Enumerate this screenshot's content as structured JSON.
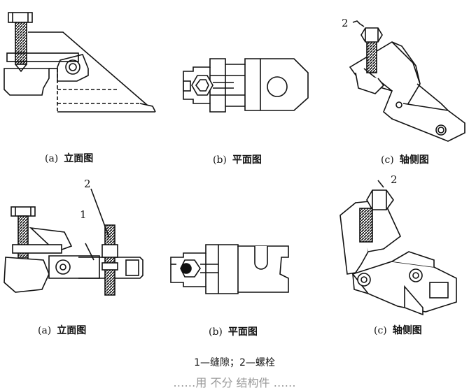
{
  "row1": {
    "a": {
      "label": "(a)",
      "title": "立面图"
    },
    "b": {
      "label": "(b)",
      "title": "平面图"
    },
    "c": {
      "label": "(c)",
      "title": "轴侧图",
      "callout": "2"
    }
  },
  "row2": {
    "a": {
      "label": "(a)",
      "title": "立面图",
      "callout_1": "1",
      "callout_2": "2"
    },
    "b": {
      "label": "(b)",
      "title": "平面图"
    },
    "c": {
      "label": "(c)",
      "title": "轴侧图",
      "callout": "2"
    }
  },
  "legend": "1—缝隙；2—螺栓",
  "figure_caption_partial": "……用 不分  结构件 ……"
}
